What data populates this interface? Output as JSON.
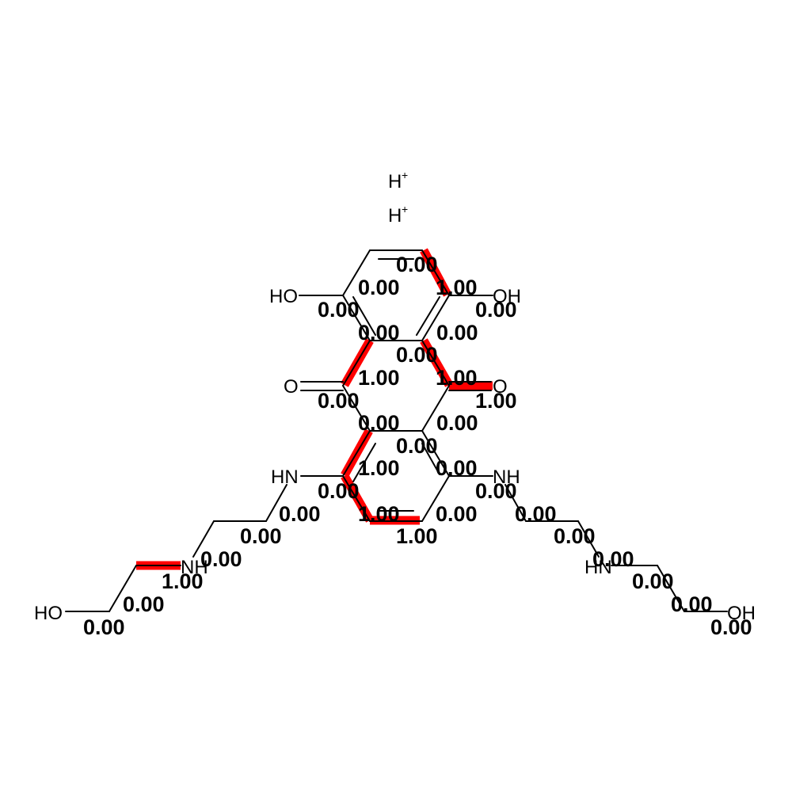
{
  "colors": {
    "highlight": "#ff0000",
    "bond": "#000000",
    "text": "#000000"
  },
  "ions": [
    {
      "id": "h1",
      "label": "H",
      "charge": "+"
    },
    {
      "id": "h2",
      "label": "H",
      "charge": "+"
    }
  ],
  "atoms": [
    {
      "id": "o_top_l",
      "label": "HO"
    },
    {
      "id": "o_top_r",
      "label": "OH"
    },
    {
      "id": "o_mid_l",
      "label": "O"
    },
    {
      "id": "o_mid_r",
      "label": "O"
    },
    {
      "id": "n_l1",
      "label": "HN"
    },
    {
      "id": "n_r1",
      "label": "NH"
    },
    {
      "id": "n_l2",
      "label": "NH"
    },
    {
      "id": "n_r2",
      "label": "HN"
    },
    {
      "id": "o_end_l",
      "label": "HO"
    },
    {
      "id": "o_end_r",
      "label": "OH"
    }
  ],
  "bond_values": [
    {
      "id": "v01",
      "text": "0.00"
    },
    {
      "id": "v02",
      "text": "0.00"
    },
    {
      "id": "v03",
      "text": "1.00"
    },
    {
      "id": "v04",
      "text": "0.00"
    },
    {
      "id": "v05",
      "text": "0.00"
    },
    {
      "id": "v06",
      "text": "0.00"
    },
    {
      "id": "v07",
      "text": "0.00"
    },
    {
      "id": "v08",
      "text": "0.00"
    },
    {
      "id": "v09",
      "text": "1.00"
    },
    {
      "id": "v10",
      "text": "1.00"
    },
    {
      "id": "v11",
      "text": "1.00"
    },
    {
      "id": "v12",
      "text": "0.00"
    },
    {
      "id": "v13",
      "text": "0.00"
    },
    {
      "id": "v14",
      "text": "0.00"
    },
    {
      "id": "v15",
      "text": "0.00"
    },
    {
      "id": "v16",
      "text": "1.00"
    },
    {
      "id": "v17",
      "text": "0.00"
    },
    {
      "id": "v18",
      "text": "0.00"
    },
    {
      "id": "v19",
      "text": "0.00"
    },
    {
      "id": "v20",
      "text": "1.00"
    },
    {
      "id": "v21",
      "text": "0.00"
    },
    {
      "id": "v22",
      "text": "1.00"
    },
    {
      "id": "v23",
      "text": "0.00"
    },
    {
      "id": "v24",
      "text": "0.00"
    },
    {
      "id": "v25",
      "text": "0.00"
    },
    {
      "id": "v26",
      "text": "1.00"
    },
    {
      "id": "v27",
      "text": "0.00"
    },
    {
      "id": "v28",
      "text": "0.00"
    },
    {
      "id": "v29",
      "text": "0.00"
    },
    {
      "id": "v30",
      "text": "0.00"
    },
    {
      "id": "v31",
      "text": "0.00"
    },
    {
      "id": "v32",
      "text": "0.00"
    },
    {
      "id": "v33",
      "text": "0.00"
    },
    {
      "id": "v34",
      "text": "0.00"
    }
  ]
}
